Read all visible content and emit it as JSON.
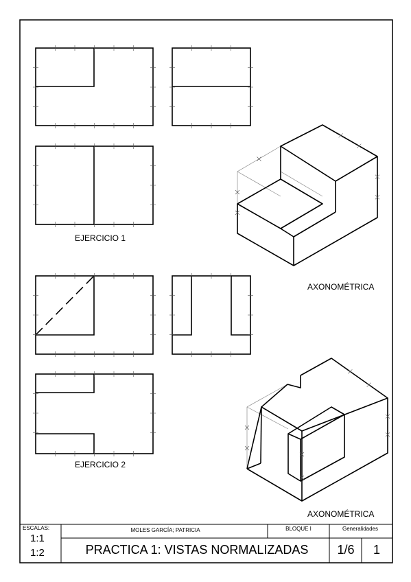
{
  "labels": {
    "exercise_1": "EJERCICIO 1",
    "exercise_2": "EJERCICIO 2",
    "axonometric_1": "AXONOMÉTRICA",
    "axonometric_2": "AXONOMÉTRICA"
  },
  "title_block": {
    "scales_label": "ESCALAS:",
    "scale_1": "1:1",
    "scale_2": "1:2",
    "author": "MOLES GARCÍA; PATRICIA",
    "block": "BLOQUE I",
    "category": "Generalidades",
    "title": "PRACTICA 1: VISTAS NORMALIZADAS",
    "sheet": "1/6",
    "number": "1"
  },
  "colors": {
    "line": "#000000",
    "construction": "#8a8a8a",
    "background": "#ffffff"
  }
}
